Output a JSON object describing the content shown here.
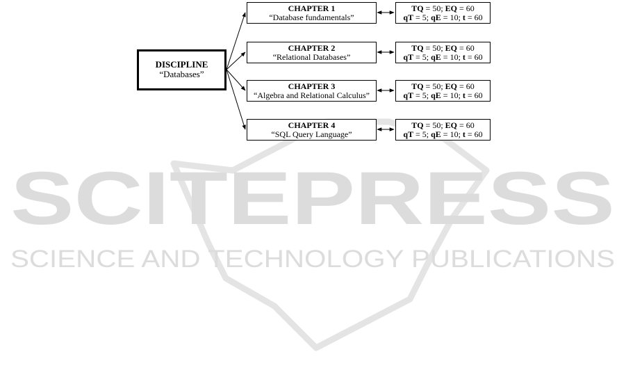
{
  "watermark": {
    "main": "SCITEPRESS",
    "sub": "SCIENCE AND TECHNOLOGY PUBLICATIONS"
  },
  "discipline": {
    "title": "DISCIPLINE",
    "subtitle": "“Databases”"
  },
  "chapters": [
    {
      "title": "CHAPTER 1",
      "subtitle": "“Database fundamentals”"
    },
    {
      "title": "CHAPTER 2",
      "subtitle": "“Relational Databases”"
    },
    {
      "title": "CHAPTER 3",
      "subtitle": "“Algebra and Relational Calculus”"
    },
    {
      "title": "CHAPTER 4",
      "subtitle": "“SQL Query Language”"
    }
  ],
  "params": [
    {
      "line1": [
        [
          "TQ",
          true
        ],
        [
          " = 50; ",
          false
        ],
        [
          "EQ",
          true
        ],
        [
          " = 60",
          false
        ]
      ],
      "line2": [
        [
          "qT",
          true
        ],
        [
          " = 5; ",
          false
        ],
        [
          "qE",
          true
        ],
        [
          " = 10; ",
          false
        ],
        [
          "t",
          true
        ],
        [
          " = 60",
          false
        ]
      ]
    },
    {
      "line1": [
        [
          "TQ",
          true
        ],
        [
          " = 50; ",
          false
        ],
        [
          "EQ",
          true
        ],
        [
          " = 60",
          false
        ]
      ],
      "line2": [
        [
          "qT",
          true
        ],
        [
          " = 5; ",
          false
        ],
        [
          "qE",
          true
        ],
        [
          " = 10; ",
          false
        ],
        [
          "t",
          true
        ],
        [
          " = 60",
          false
        ]
      ]
    },
    {
      "line1": [
        [
          "TQ",
          true
        ],
        [
          " = 50; ",
          false
        ],
        [
          "EQ",
          true
        ],
        [
          " = 60",
          false
        ]
      ],
      "line2": [
        [
          "qT",
          true
        ],
        [
          " = 5; ",
          false
        ],
        [
          "qE",
          true
        ],
        [
          " = 10; ",
          false
        ],
        [
          "t",
          true
        ],
        [
          " = 60",
          false
        ]
      ]
    },
    {
      "line1": [
        [
          "TQ",
          true
        ],
        [
          " = 50; ",
          false
        ],
        [
          "EQ",
          true
        ],
        [
          " = 60",
          false
        ]
      ],
      "line2": [
        [
          "qT",
          true
        ],
        [
          " = 5; ",
          false
        ],
        [
          "qE",
          true
        ],
        [
          " = 10; ",
          false
        ],
        [
          "t",
          true
        ],
        [
          " = 60",
          false
        ]
      ]
    }
  ],
  "colors": {
    "line": "#000000",
    "watermark": "#d9d9d9"
  }
}
